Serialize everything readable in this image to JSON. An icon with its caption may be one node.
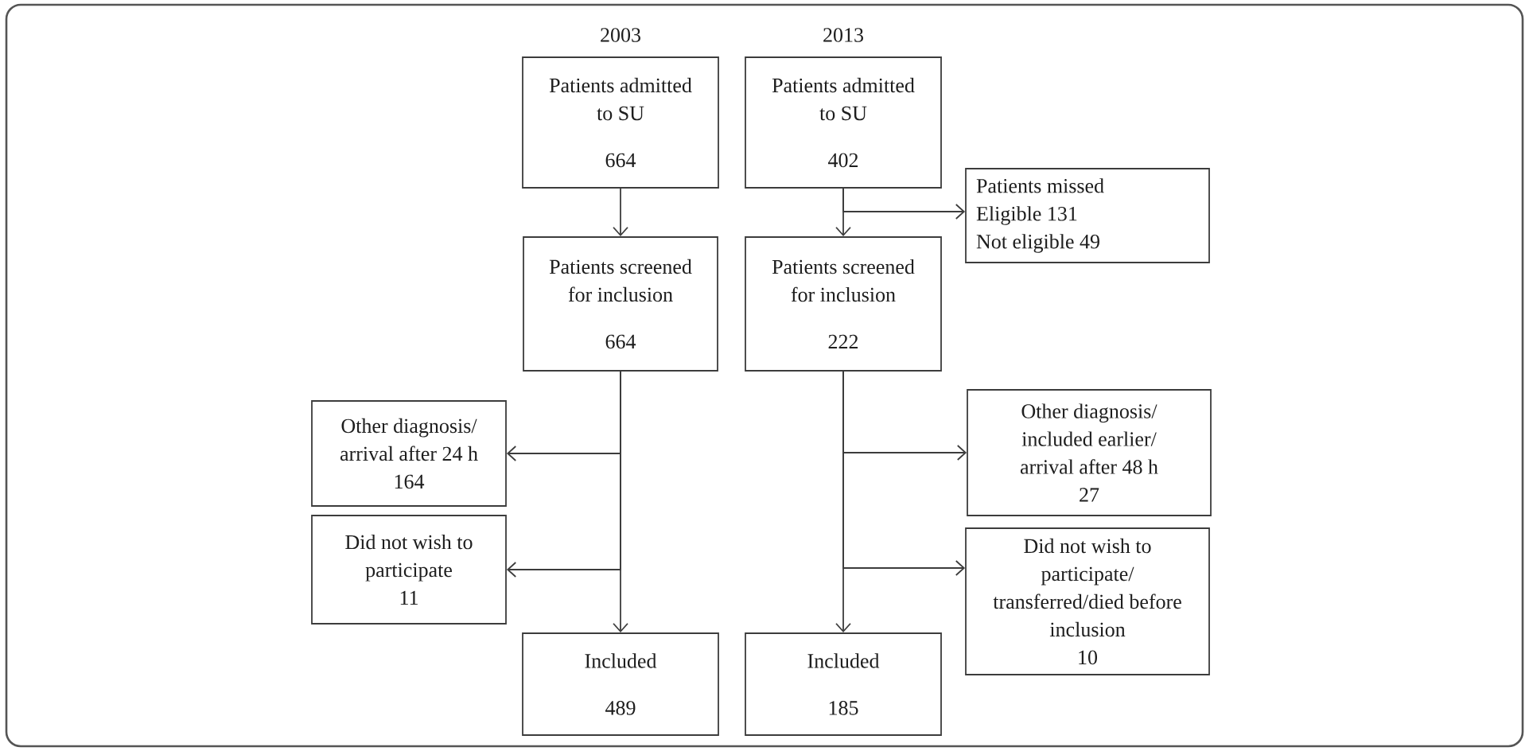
{
  "diagram": {
    "nodes": [
      {
        "text": [
          "Patients admitted to SU",
          "664"
        ]
      },
      {
        "text": [
          "Patients admitted to SU",
          "402"
        ]
      },
      {
        "text": [
          "Patients missed",
          "Eligible 131",
          "Not eligible 49"
        ]
      },
      {
        "text": [
          "Patients screened for inclusion",
          "664"
        ]
      },
      {
        "text": [
          "Patients screened for inclusion",
          "222"
        ]
      },
      {
        "text": [
          "Other diagnosis/ arrival after 24 h",
          "164"
        ]
      },
      {
        "text": [
          "Other diagnosis/ included earlier/ arrival after 48 h",
          "27"
        ]
      },
      {
        "text": [
          "Did not wish to participate",
          "11"
        ]
      },
      {
        "text": [
          "Did not wish to participate/ transferred/died before inclusion",
          "10"
        ]
      },
      {
        "text": [
          "Included",
          "489"
        ]
      },
      {
        "text": [
          "Included",
          "185"
        ]
      }
    ],
    "edges": [
      {
        "from": 0,
        "to": 3,
        "arrow": "to"
      },
      {
        "from": 1,
        "to": 4,
        "arrow": "to"
      },
      {
        "from": 1,
        "to": 2,
        "arrow": "to"
      },
      {
        "from": 3,
        "to": 9,
        "arrow": "to"
      },
      {
        "from": 3,
        "to": 5,
        "arrow": "to"
      },
      {
        "from": 3,
        "to": 7,
        "arrow": "to"
      },
      {
        "from": 4,
        "to": 10,
        "arrow": "to"
      },
      {
        "from": 4,
        "to": 6,
        "arrow": "to"
      },
      {
        "from": 4,
        "to": 8,
        "arrow": "to"
      }
    ],
    "labels": [
      "2003",
      "2013"
    ]
  }
}
